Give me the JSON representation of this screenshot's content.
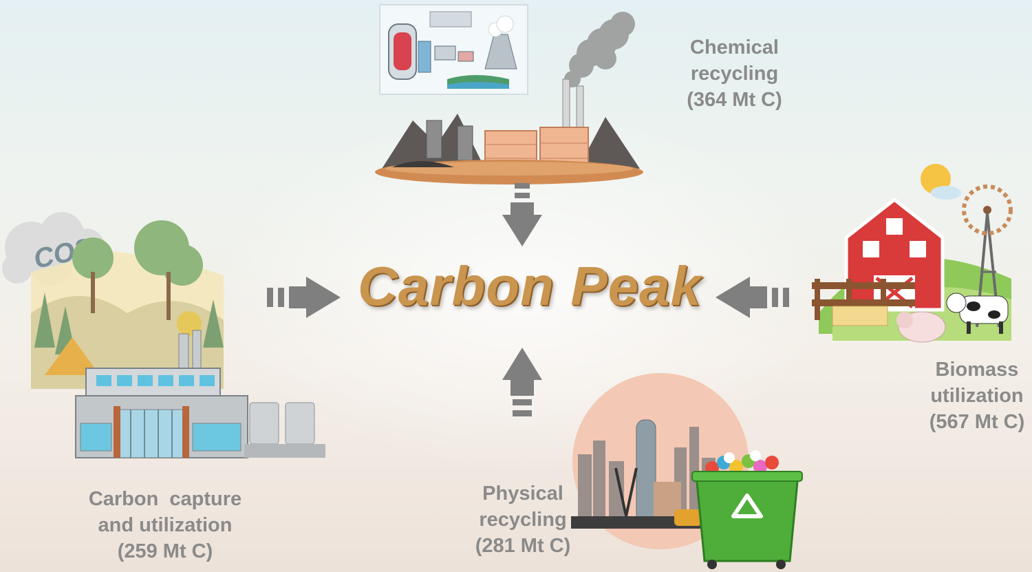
{
  "center": {
    "title": "Carbon Peak"
  },
  "sources": {
    "chemical": {
      "line1": "Chemical",
      "line2": "recycling",
      "line3": "(364 Mt C)"
    },
    "biomass": {
      "line1": "Biomass",
      "line2": "utilization",
      "line3": "(567 Mt C)"
    },
    "physical": {
      "line1": "Physical",
      "line2": "recycling",
      "line3": "(281 Mt C)"
    },
    "capture": {
      "line1": "Carbon  capture",
      "line2": "and utilization",
      "line3": "(259 Mt C)"
    }
  },
  "icons": {
    "co2_cloud": {
      "text": "CO2"
    }
  },
  "colors": {
    "arrow": "#7f7f7f",
    "title": "#c9954f",
    "label": "#8a8a8a",
    "bin": "#4fae3a"
  }
}
